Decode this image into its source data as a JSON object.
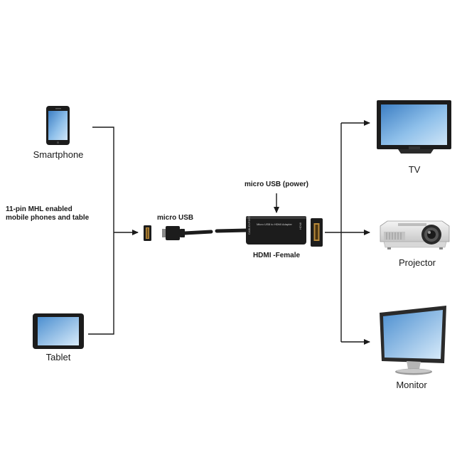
{
  "labels": {
    "smartphone": "Smartphone",
    "tablet": "Tablet",
    "mhl_line1": "11-pin MHL enabled",
    "mhl_line2": "mobile phones and table",
    "micro_usb": "micro USB",
    "micro_usb_power": "micro USB (power)",
    "hdmi_female": "HDMI -Female",
    "tv": "TV",
    "projector": "Projector",
    "monitor": "Monitor",
    "adapter_text": "Micro USB to HDMI Adapter",
    "hdmi_port_text": "HDMI",
    "brand_text": "CABLEXPERT"
  },
  "colors": {
    "line": "#1a1a1a",
    "device_body": "#1c1c1c",
    "screen": "#5b9ed6",
    "background": "#ffffff"
  },
  "icons": [
    "smartphone-icon",
    "tablet-icon",
    "micro-usb-connector-icon",
    "adapter-icon",
    "hdmi-port-icon",
    "tv-icon",
    "projector-icon",
    "monitor-icon"
  ]
}
